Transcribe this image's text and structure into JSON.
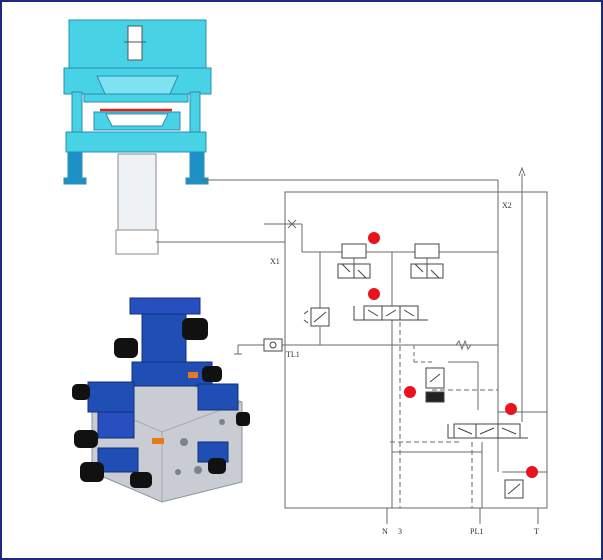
{
  "labels": {
    "x1": "X1",
    "x2": "X2",
    "tl1": "TL1",
    "n": "N",
    "n_mark": "3",
    "pl1": "PL1",
    "t": "T"
  },
  "colors": {
    "press_body": "#48d2e6",
    "press_outline": "#2a8fb0",
    "press_base": "#1e90c8",
    "workpiece": "#e02020",
    "marker": "#e8131b",
    "line": "#6a6a6a",
    "block_blue": "#1f4fb5",
    "block_metal": "#c9cdd3",
    "frame": "#1d2a80"
  },
  "icons": {
    "press": "press-machine-icon",
    "valve_block": "hydraulic-valve-block-icon",
    "marker": "red-dot-marker-icon"
  }
}
